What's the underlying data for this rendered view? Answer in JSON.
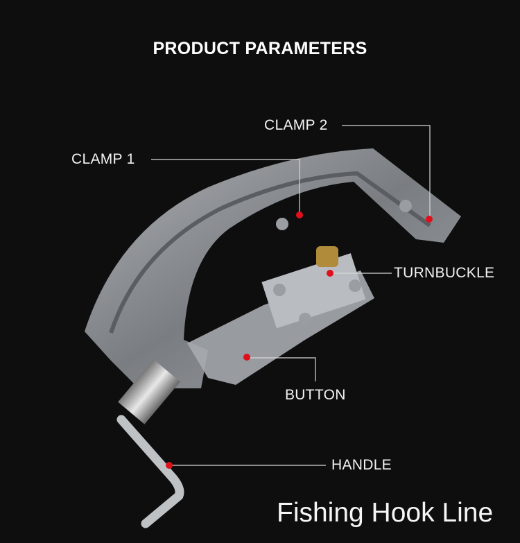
{
  "title": "PRODUCT PARAMETERS",
  "labels": {
    "clamp1": "CLAMP 1",
    "clamp2": "CLAMP 2",
    "turnbuckle": "TURNBUCKLE",
    "button": "BUTTON",
    "handle": "HANDLE"
  },
  "caption": "Fishing Hook Line",
  "colors": {
    "background": "#0e0e0e",
    "marker": "#e0101a",
    "leader": "#d8d8d8"
  }
}
